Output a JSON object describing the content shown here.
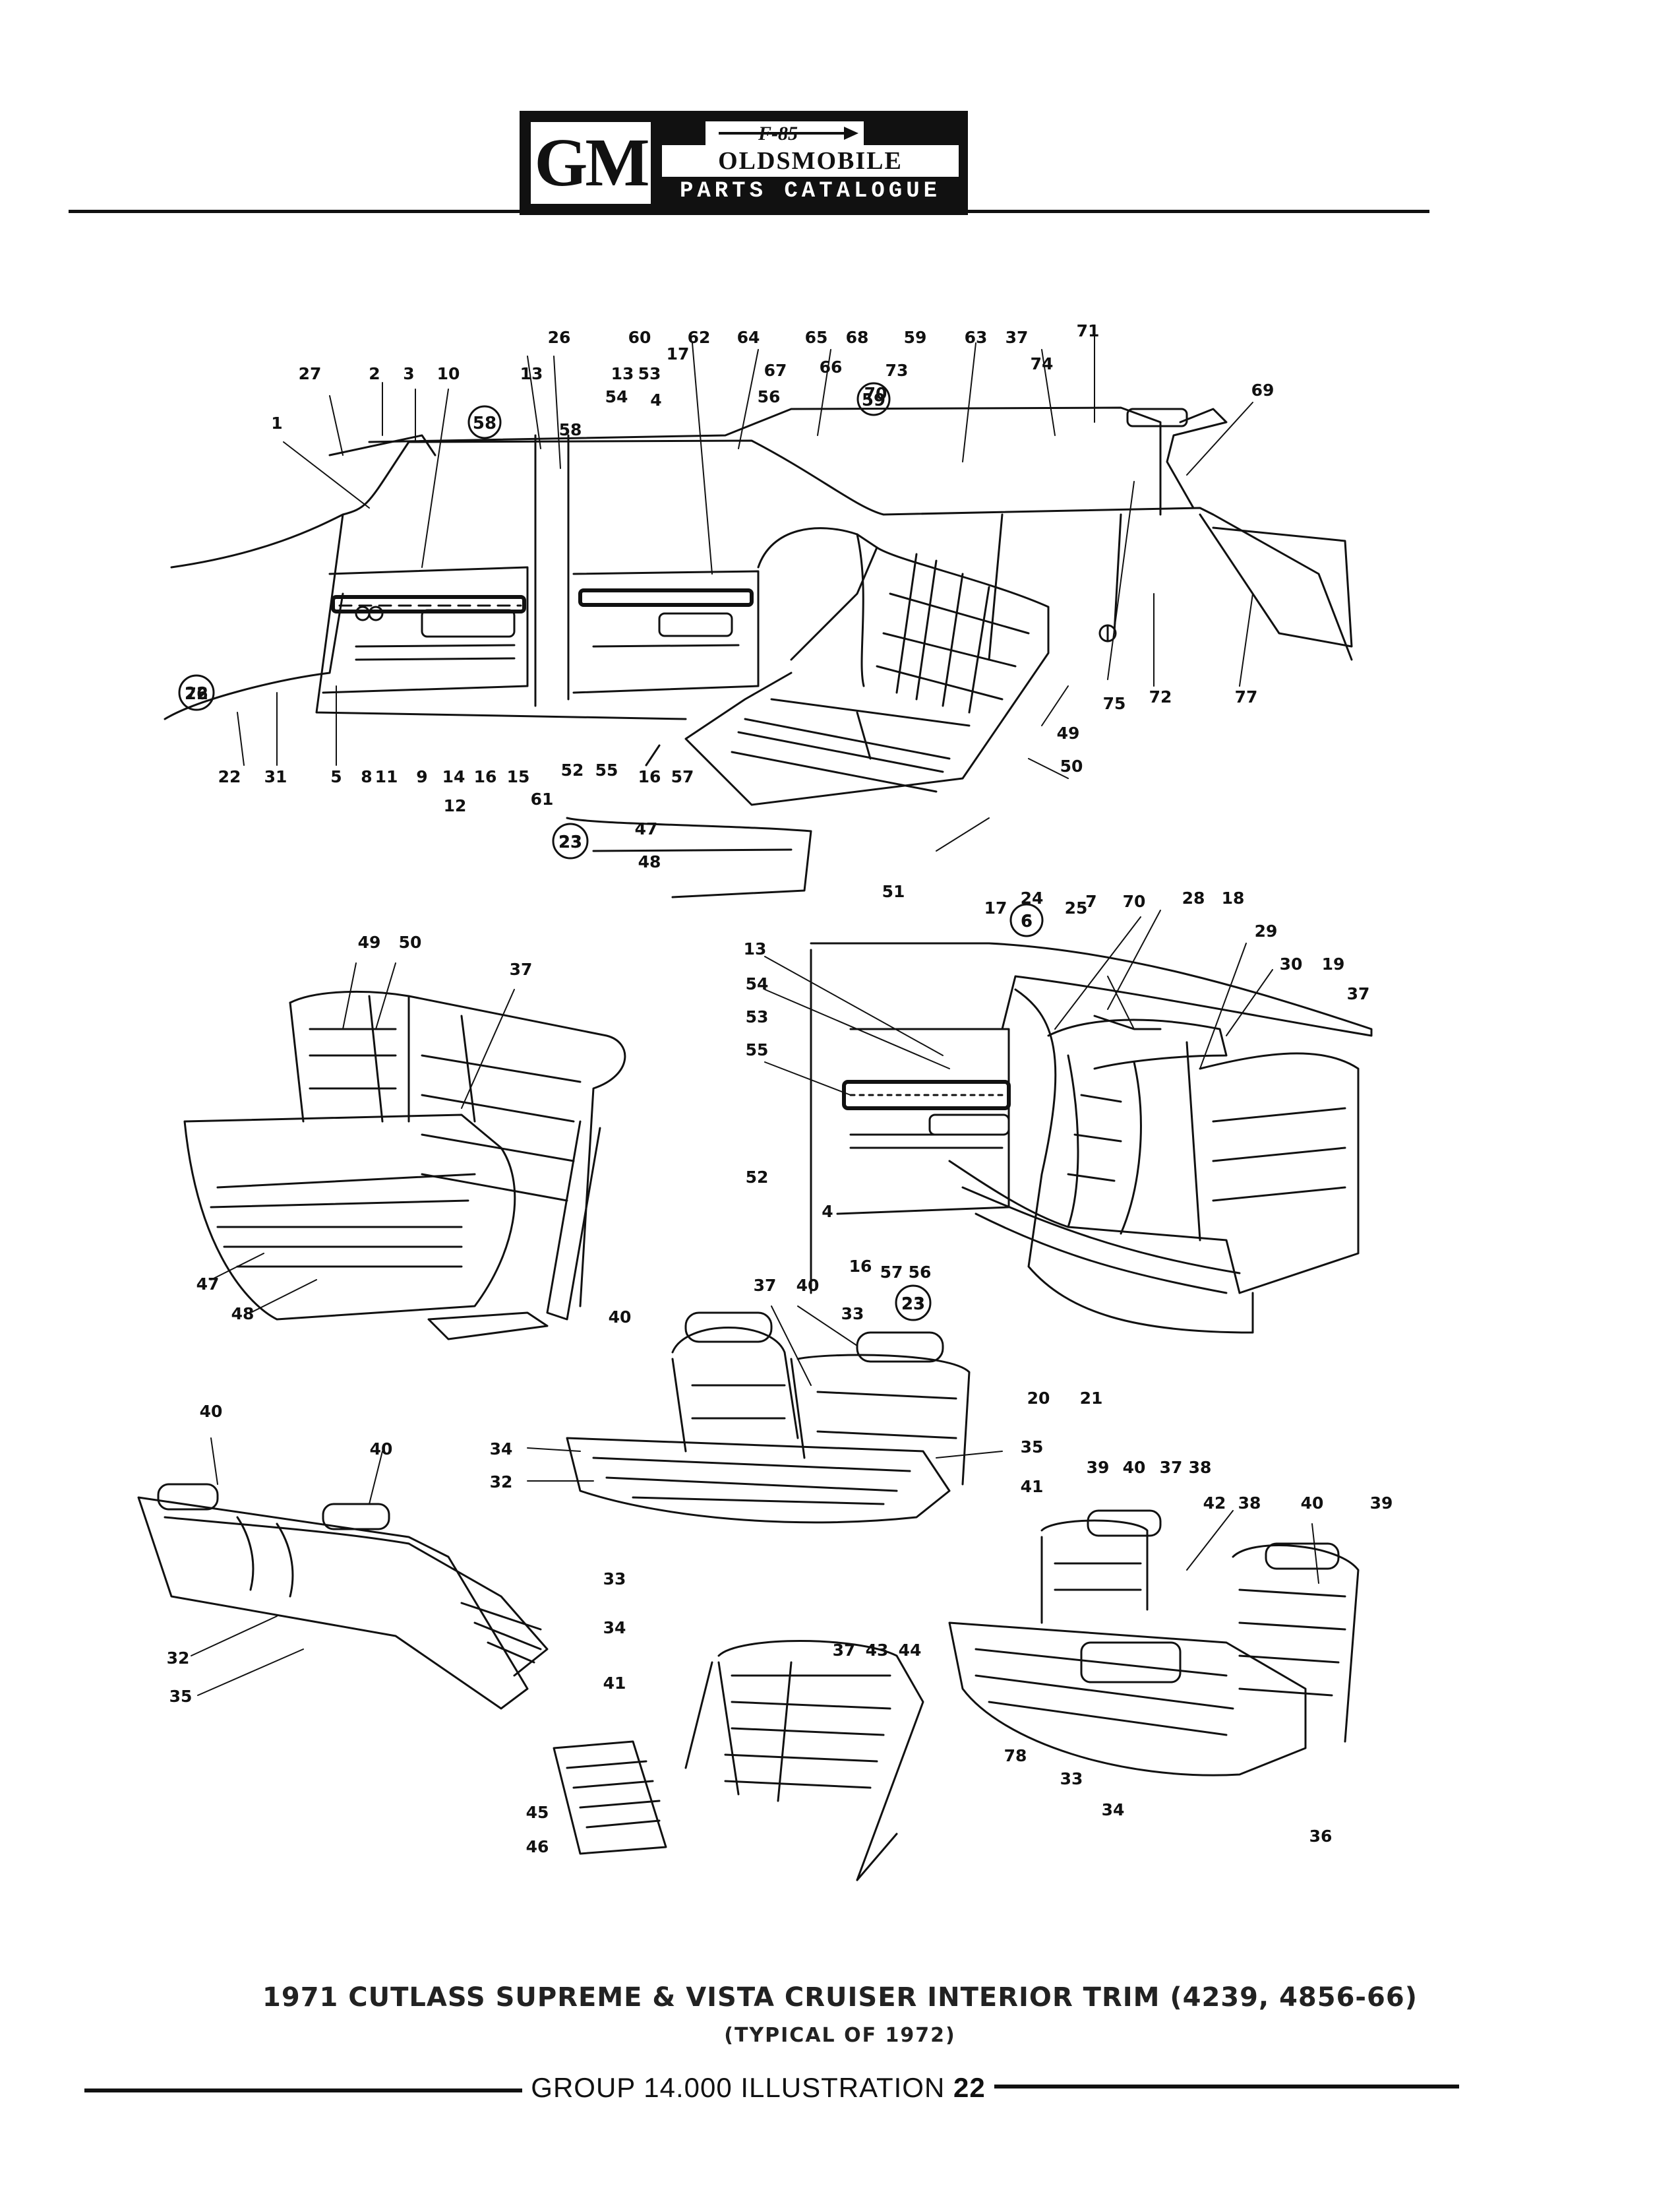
{
  "header": {
    "logo": "GM",
    "logo_mark": "F-85",
    "brand": "OLDSMOBILE",
    "subbrand": "PARTS CATALOGUE"
  },
  "caption": {
    "title": "1971 CUTLASS SUPREME & VISTA CRUISER INTERIOR TRIM (4239, 4856-66)",
    "subtitle": "(TYPICAL OF 1972)"
  },
  "footer": {
    "group": "GROUP 14.000",
    "illustration_label": "ILLUSTRATION",
    "illustration_number": "22"
  },
  "circled_refs": [
    "58",
    "59",
    "22",
    "23",
    "6",
    "23"
  ],
  "callouts": {
    "station_wagon_view": [
      "27",
      "2",
      "3",
      "10",
      "1",
      "13",
      "26",
      "58",
      "60",
      "62",
      "13",
      "53",
      "54",
      "4",
      "17",
      "64",
      "67",
      "56",
      "65",
      "66",
      "68",
      "70",
      "59",
      "63",
      "37",
      "73",
      "71",
      "74",
      "69",
      "76",
      "22",
      "31",
      "5",
      "8",
      "11",
      "9",
      "14",
      "16",
      "15",
      "12",
      "61",
      "52",
      "55",
      "16",
      "57",
      "47",
      "48",
      "23",
      "51",
      "75",
      "72",
      "77",
      "49",
      "50"
    ],
    "coupe_rear_view": [
      "17",
      "24",
      "25",
      "6",
      "7",
      "70",
      "28",
      "18",
      "29",
      "30",
      "19",
      "37",
      "13",
      "54",
      "53",
      "55",
      "52",
      "4",
      "16",
      "57",
      "56",
      "23",
      "20",
      "21"
    ],
    "rear_bench_seat": [
      "49",
      "50",
      "37",
      "47",
      "48"
    ],
    "front_bench_seat": [
      "37",
      "40",
      "40",
      "33",
      "34",
      "32",
      "35",
      "41"
    ],
    "folding_rear_seat": [
      "40",
      "40",
      "33",
      "34",
      "41",
      "32",
      "35"
    ],
    "third_seat": [
      "37",
      "43",
      "44",
      "45",
      "46"
    ],
    "bucket_seats": [
      "39",
      "40",
      "37",
      "38",
      "42",
      "38",
      "40",
      "39",
      "78",
      "33",
      "34",
      "36"
    ]
  }
}
